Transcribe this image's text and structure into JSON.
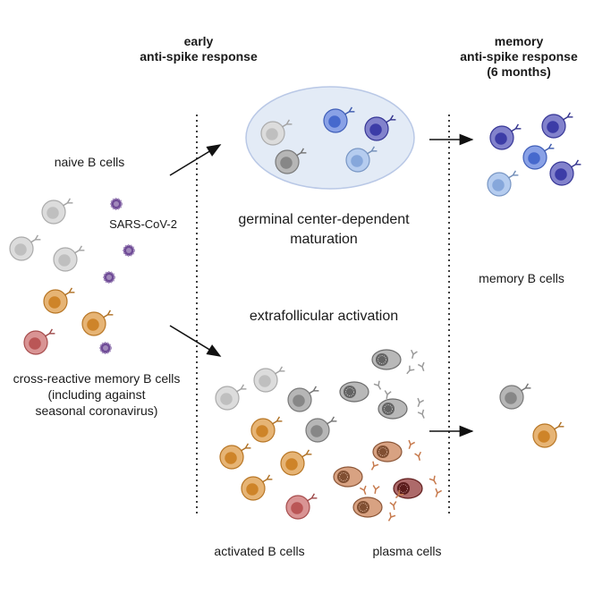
{
  "headers": {
    "early_line1": "early",
    "early_line2": "anti-spike response",
    "memory_line1": "memory",
    "memory_line2": "anti-spike response",
    "memory_line3": "(6 months)"
  },
  "labels": {
    "naive_b_cells": "naive B cells",
    "sars_cov_2": "SARS-CoV-2",
    "cross_reactive_line1": "cross-reactive memory B cells",
    "cross_reactive_line2": "(including against",
    "cross_reactive_line3": "seasonal coronavirus)",
    "germinal_line1": "germinal center-dependent",
    "germinal_line2": "maturation",
    "extrafollicular": "extrafollicular activation",
    "memory_b_cells": "memory B cells",
    "activated_b_cells": "activated B cells",
    "plasma_cells": "plasma cells"
  },
  "colors": {
    "naive": "#c9c9c9",
    "naive_dark": "#8e8e8e",
    "memory_orange": "#d98b2b",
    "memory_red": "#c45a5a",
    "memory_blue": "#3f3fb0",
    "memory_blue_mid": "#4a6ed8",
    "memory_blue_light": "#8db0e6",
    "germinal_center_fill": "#e3ebf6",
    "virus": "#6e4a96",
    "plasma_brown": "#c77a4d",
    "plasma_grey": "#9a9a9a",
    "plasma_darkred": "#8a2a2a"
  }
}
